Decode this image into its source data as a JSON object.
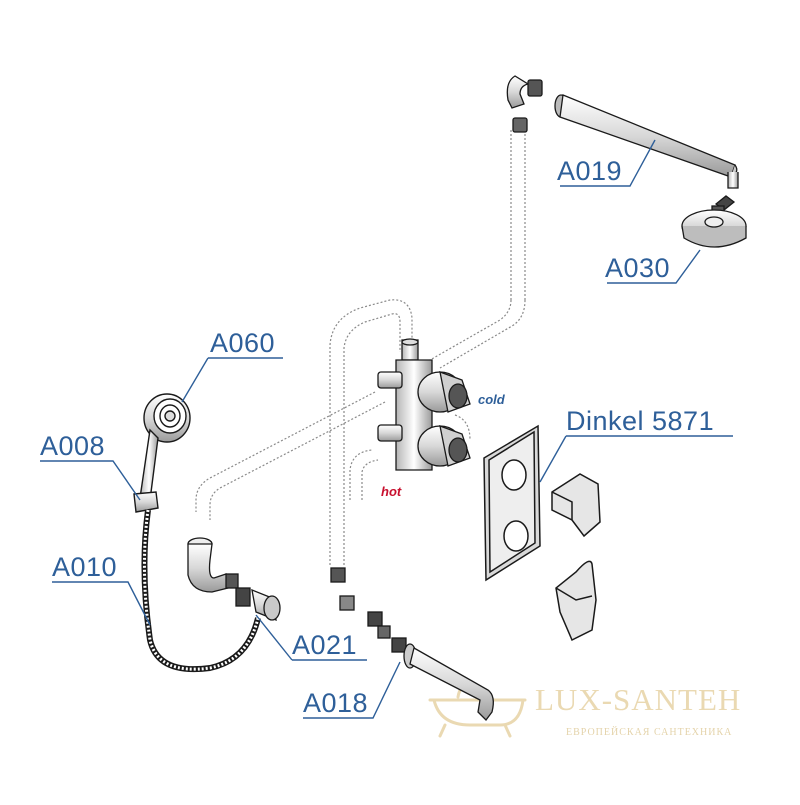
{
  "labels": {
    "a019": "A019",
    "a030": "A030",
    "a060": "A060",
    "a008": "A008",
    "a010": "A010",
    "a021": "A021",
    "a018": "A018",
    "dinkel": "Dinkel 5871"
  },
  "water": {
    "cold": "cold",
    "hot": "hot",
    "cold_color": "#2e5f99",
    "hot_color": "#c8102e"
  },
  "watermark": {
    "title": "LUX-SANTEH",
    "subtitle": "ЕВРОПЕЙСКАЯ САНТЕХНИКА"
  },
  "colors": {
    "label": "#2e5f99",
    "line": "#1a1a1a",
    "watermark": "#ead9b2"
  }
}
